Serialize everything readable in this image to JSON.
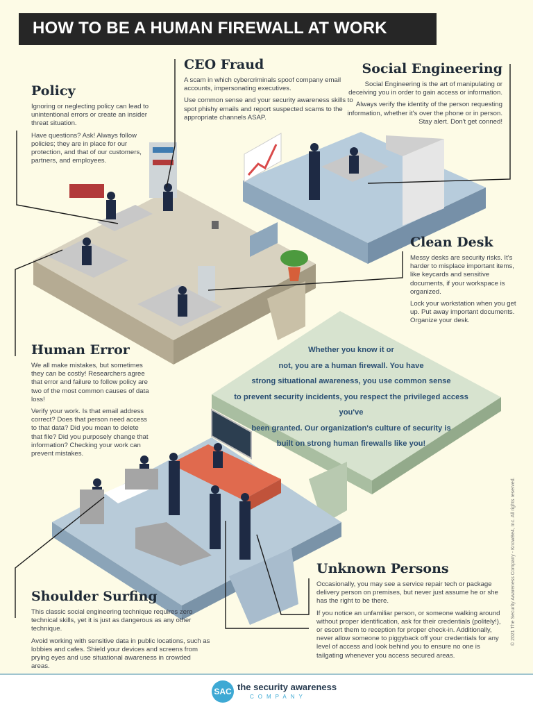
{
  "title": "HOW TO BE A HUMAN FIREWALL AT WORK",
  "policy": {
    "heading": "Policy",
    "p1": "Ignoring or neglecting policy can lead to unintentional errors or create an insider threat situation.",
    "p2": "Have questions? Ask! Always follow policies; they are in place for our protection, and that of our customers, partners, and employees."
  },
  "ceo": {
    "heading": "CEO Fraud",
    "p1": "A scam in which cybercriminals spoof company email accounts, impersonating executives.",
    "p2": "Use common sense and your security awareness skills to spot phishy emails and report suspected scams to the appropriate channels ASAP."
  },
  "social": {
    "heading": "Social Engineering",
    "p1": "Social Engineering is the art of manipulating or deceiving you in order to gain access or information.",
    "p2": "Always verify the identity of the person requesting information, whether it's over the phone or in person. Stay alert. Don't get conned!"
  },
  "clean": {
    "heading": "Clean Desk",
    "p1": "Messy desks are security risks. It's harder to misplace important items, like keycards and sensitive documents, if your workspace is organized.",
    "p2": "Lock your workstation when you get up. Put away important documents. Organize your desk."
  },
  "human": {
    "heading": "Human Error",
    "p1": "We all make mistakes, but sometimes they can be costly! Researchers agree that error and failure to follow policy are two of the most common causes of data loss!",
    "p2": "Verify your work. Is that email address correct? Does that person need access to that data? Did you mean to delete that file? Did you purposely change that information? Checking your work can prevent mistakes."
  },
  "quote": {
    "l1": "Whether you know it or",
    "l2": "not, you are a human firewall. You have",
    "l3": "strong situational awareness, you use common sense",
    "l4": "to prevent security incidents, you respect the privileged access you've",
    "l5": "been granted. Our organization's culture of security is",
    "l6": "built on strong human firewalls like you!"
  },
  "unknown": {
    "heading": "Unknown Persons",
    "p1": "Occasionally, you may see a service repair tech or package delivery person on premises, but never just assume he or she has the right to be there.",
    "p2": "If you notice an unfamiliar person, or someone walking around without proper identification, ask for their credentials (politely!), or escort them to reception for proper check-in. Additionally, never allow someone to piggyback off your credentials for any level of access and look behind you to ensure no one is tailgating whenever you access secured areas."
  },
  "shoulder": {
    "heading": "Shoulder Surfing",
    "p1": "This classic social engineering technique requires zero technical skills, yet it is just as dangerous as any other technique.",
    "p2": "Avoid working with sensitive data in public locations, such as lobbies and cafes. Shield your devices and screens from prying eyes and use situational awareness in crowded areas."
  },
  "copyright": "© 2021 The Security Awareness Company - KnowBe4, Inc. All rights reserved.",
  "logo": {
    "mark": "SAC",
    "name": "the security awareness",
    "sub": "COMPANY"
  }
}
